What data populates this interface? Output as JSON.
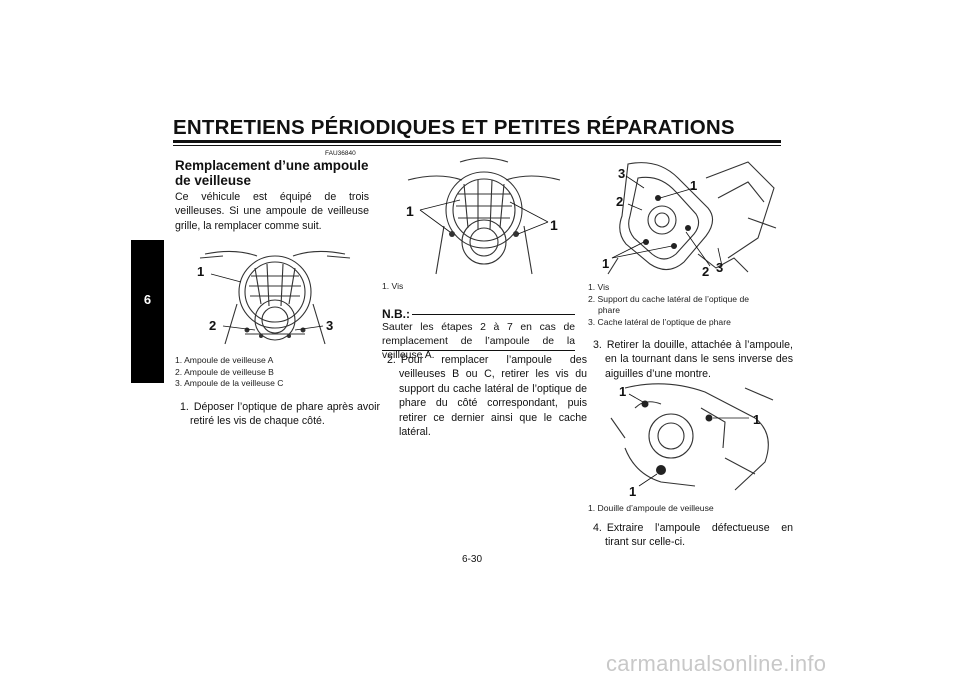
{
  "header": {
    "title": "ENTRETIENS PÉRIODIQUES ET PETITES RÉPARATIONS",
    "chapter": "6"
  },
  "section": {
    "code": "FAU36840",
    "title_line1": "Remplacement d’une ampoule",
    "title_line2": "de veilleuse",
    "intro": "Ce véhicule est équipé de trois veilleuses. Si une ampoule de veilleuse grille, la remplacer comme suit."
  },
  "figure1": {
    "callouts": [
      "1",
      "2",
      "3"
    ],
    "captions": [
      "1. Ampoule de veilleuse A",
      "2. Ampoule de veilleuse B",
      "3. Ampoule de la veilleuse C"
    ]
  },
  "step1": {
    "num": "1.",
    "text": "Déposer l’optique de phare après avoir retiré les vis de chaque côté."
  },
  "figure2": {
    "callouts": [
      "1",
      "1"
    ],
    "captions": [
      "1. Vis"
    ]
  },
  "note": {
    "label": "N.B.:",
    "text": "Sauter les étapes 2 à 7 en cas de remplacement de l’ampoule de la veilleuse A."
  },
  "step2": {
    "num": "2.",
    "text": "Pour remplacer l’ampoule des veilleuses B ou C, retirer les vis du support du cache latéral de l’optique de phare du côté correspondant, puis retirer ce dernier ainsi que le cache latéral."
  },
  "figure3": {
    "callouts": [
      "3",
      "1",
      "2",
      "1",
      "2",
      "3"
    ],
    "captions": [
      "1. Vis",
      "2. Support du cache latéral de l’optique de",
      "phare",
      "3. Cache latéral de l’optique de phare"
    ]
  },
  "step3": {
    "num": "3.",
    "text": "Retirer la douille, attachée à l’ampoule, en la tournant dans le sens inverse des aiguilles d’une montre."
  },
  "figure4": {
    "callouts": [
      "1",
      "1",
      "1"
    ],
    "captions": [
      "1. Douille d’ampoule de veilleuse"
    ]
  },
  "step4": {
    "num": "4.",
    "text": "Extraire l’ampoule défectueuse en tirant sur celle-ci."
  },
  "footer": {
    "page": "6-30",
    "watermark": "carmanualsonline.info"
  }
}
